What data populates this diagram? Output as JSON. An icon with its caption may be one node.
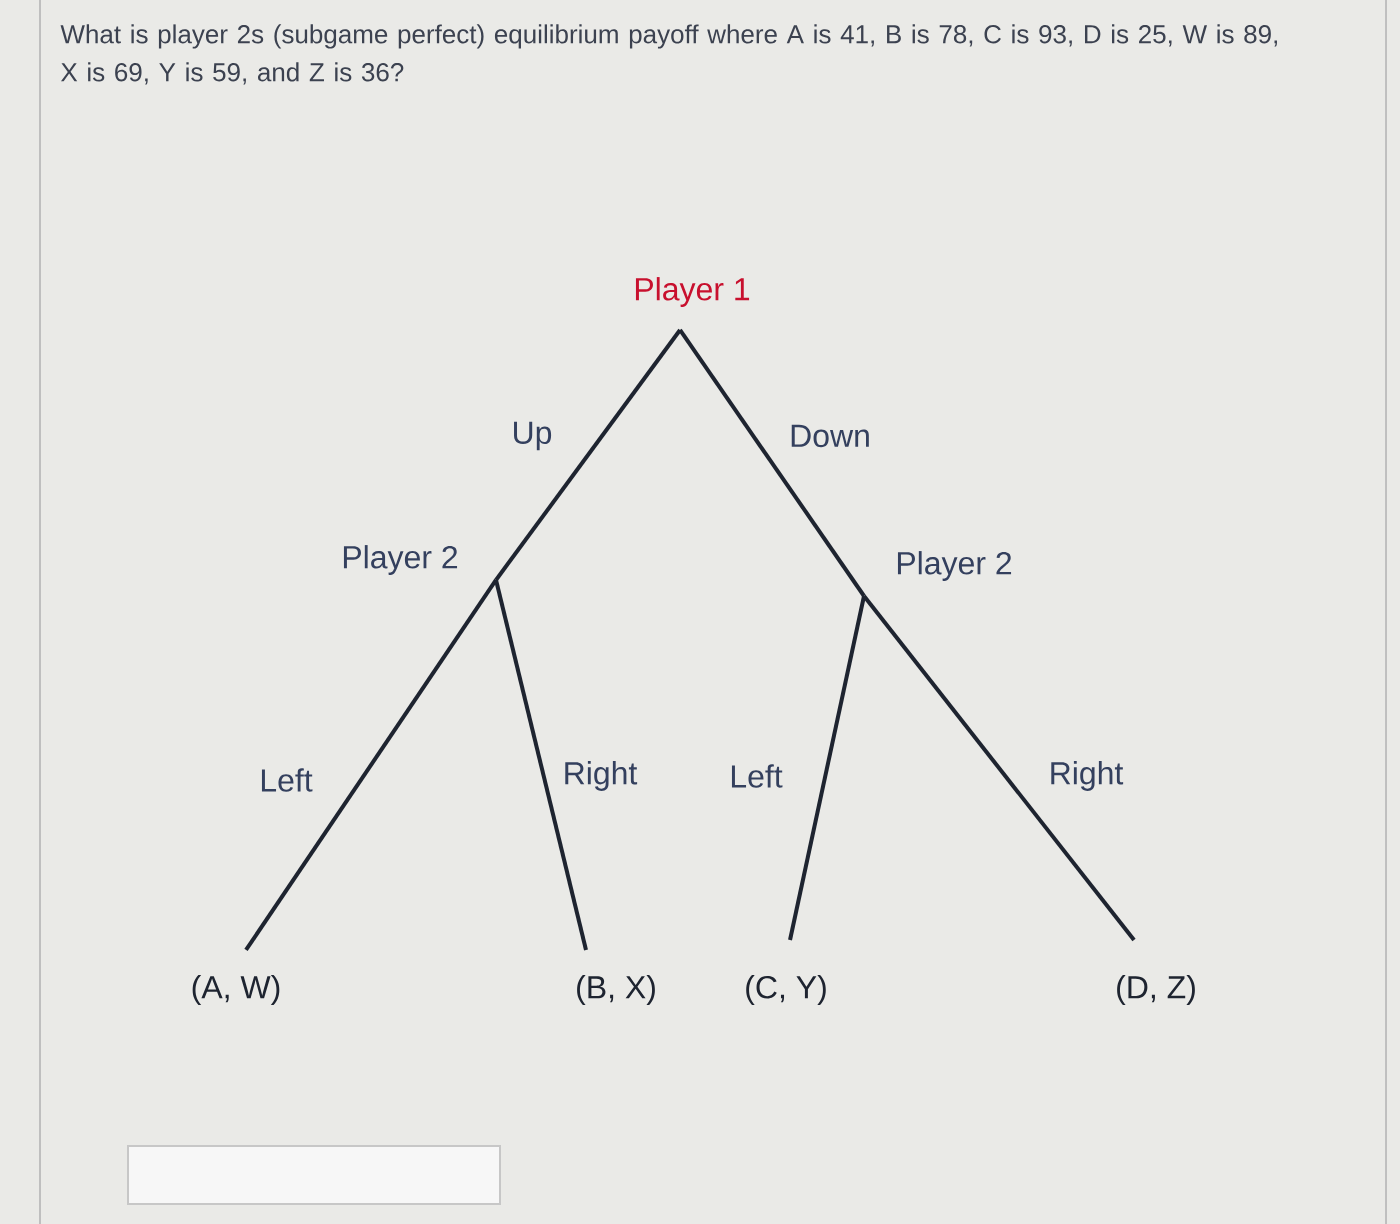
{
  "diagram": {
    "title": "What is player 2s (subgame perfect) equilibrium payoff where A is 41, B is 78, C is 93, D is 25, W is 89, X is 69, Y is 59, and Z is 36?",
    "nodes": [
      {
        "text": [
          "Player 1"
        ]
      },
      {
        "text": [
          "Player 2"
        ]
      },
      {
        "text": [
          "Player 2"
        ]
      },
      {
        "text": [
          "(A, W)"
        ]
      },
      {
        "text": [
          "(B, X)"
        ]
      },
      {
        "text": [
          "(C, Y)"
        ]
      },
      {
        "text": [
          "(D, Z)"
        ]
      }
    ],
    "edges": [
      {
        "from": 0,
        "to": 1,
        "arrow": "none",
        "label": "Up"
      },
      {
        "from": 0,
        "to": 2,
        "arrow": "none",
        "label": "Down"
      },
      {
        "from": 1,
        "to": 3,
        "arrow": "none",
        "label": "Left"
      },
      {
        "from": 1,
        "to": 4,
        "arrow": "none",
        "label": "Right"
      },
      {
        "from": 2,
        "to": 5,
        "arrow": "none",
        "label": "Left"
      },
      {
        "from": 2,
        "to": 6,
        "arrow": "none",
        "label": "Right"
      }
    ]
  }
}
